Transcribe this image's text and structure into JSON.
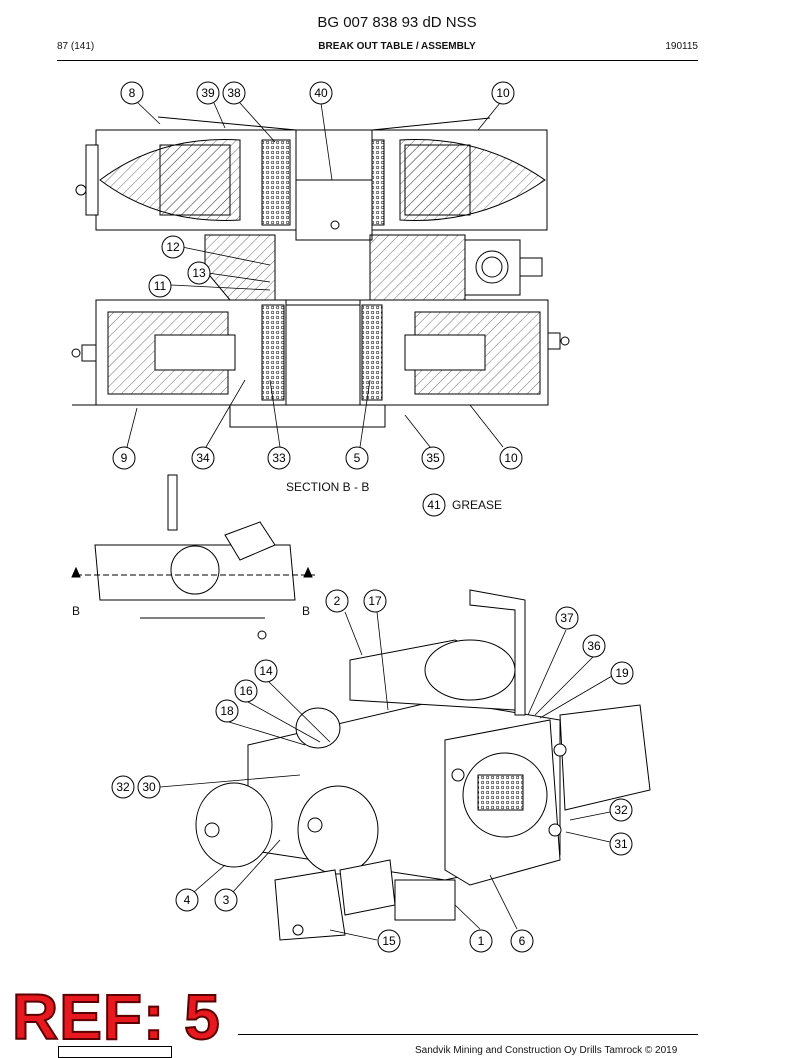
{
  "header": {
    "doc_id": "BG 007 838 93 dD NSS",
    "page": "87 (141)",
    "title": "BREAK OUT TABLE / ASSEMBLY",
    "date_code": "190115"
  },
  "section_label": "SECTION B - B",
  "view_markers": {
    "left": "B",
    "right": "B"
  },
  "grease": {
    "number": "41",
    "label": "GREASE"
  },
  "callouts_top": [
    "8",
    "39",
    "38",
    "40",
    "10"
  ],
  "callouts_mid": [
    "12",
    "13",
    "11"
  ],
  "callouts_bottom_row": [
    "9",
    "34",
    "33",
    "5",
    "35",
    "10"
  ],
  "callouts_iso": [
    "2",
    "17",
    "37",
    "36",
    "19",
    "14",
    "16",
    "18",
    "32",
    "30",
    "32",
    "31",
    "4",
    "3",
    "15",
    "1",
    "6"
  ],
  "ref_stamp": "REF: 5",
  "footer": {
    "copyright": "Sandvik Mining and Construction Oy Drills Tamrock © 2019"
  }
}
